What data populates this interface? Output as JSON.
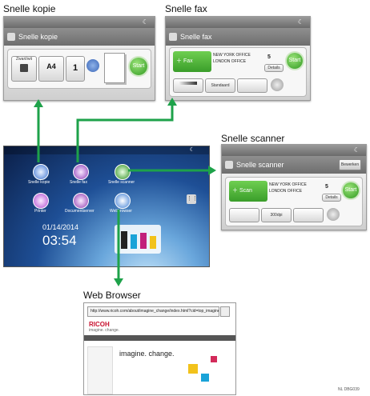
{
  "labels": {
    "snelle_kopie": "Snelle kopie",
    "snelle_fax": "Snelle fax",
    "snelle_scanner": "Snelle scanner",
    "web_browser": "Web Browser",
    "doc_id": "NL DBG039"
  },
  "copy_panel": {
    "title": "Snelle kopie",
    "tiles": [
      "Zwart/wit",
      "A4",
      "1"
    ],
    "start": "Start"
  },
  "fax_panel": {
    "title": "Snelle fax",
    "fax_button": "Fax",
    "destinations": [
      "NEW YORK OFFICE",
      "LONDON OFFICE"
    ],
    "dest_count": "5",
    "details": "Details",
    "buttons": [
      "Standaard"
    ],
    "start": "Start"
  },
  "scanner_panel": {
    "title": "Snelle scanner",
    "edit": "Bewerken",
    "scan_button": "Scan",
    "destinations": [
      "NEW YORK OFFICE",
      "LONDON OFFICE"
    ],
    "dest_count": "5",
    "details": "Details",
    "buttons": [
      "300dpi"
    ],
    "start": "Start"
  },
  "home_screen": {
    "icons": [
      "Snelle kopie",
      "Snelle fax",
      "Snelle scanner",
      "Printer",
      "Documentserver",
      "Webbrowser"
    ],
    "date": "01/14/2014",
    "time": "03:54"
  },
  "browser": {
    "url": "http://www.ricoh.com/about/imagine_change/index.html?cid=top_imagine",
    "logo": "RICOH",
    "tagline": "imagine. change.",
    "headline": "imagine. change."
  },
  "colors": {
    "arrow": "#1ea24a",
    "start_green": "#3aa52a",
    "ricoh_red": "#c8102e"
  }
}
